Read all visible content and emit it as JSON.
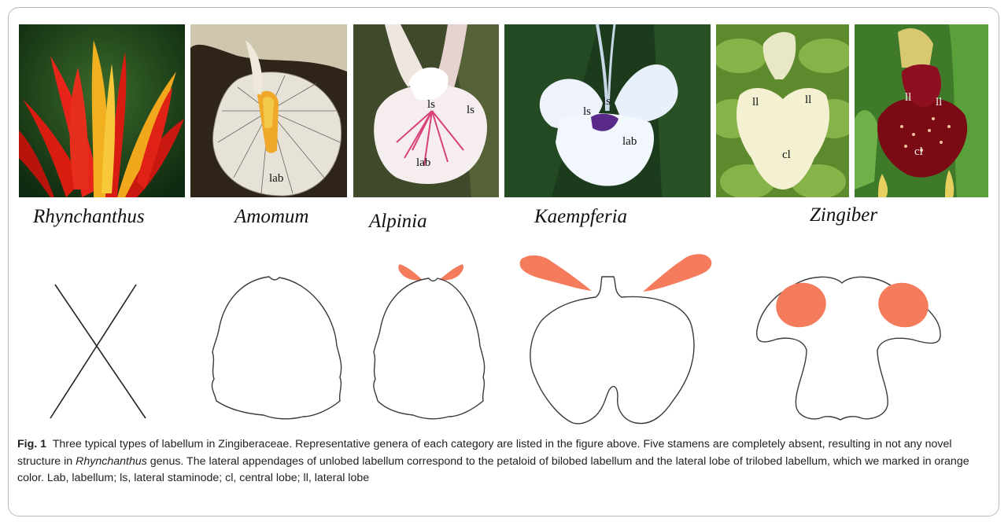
{
  "genera": {
    "rhynchanthus": "Rhynchanthus",
    "amomum": "Amomum",
    "alpinia": "Alpinia",
    "kaempferia": "Kaempferia",
    "zingiber": "Zingiber"
  },
  "photo_labels": {
    "amomum_lab": "lab",
    "alpinia_ls_left": "ls",
    "alpinia_ls_right": "ls",
    "alpinia_lab": "lab",
    "kaempferia_ls_left": "ls",
    "kaempferia_ls_right": "ls",
    "kaempferia_lab": "lab",
    "zingiber1_ll_left": "ll",
    "zingiber1_ll_right": "ll",
    "zingiber1_cl": "cl",
    "zingiber2_ll_left": "ll",
    "zingiber2_ll_right": "ll",
    "zingiber2_cl": "cl"
  },
  "colors": {
    "appendage": "#f47c5c",
    "outline": "#3a3a3a"
  },
  "caption": {
    "fig_label": "Fig. 1",
    "part1": "Three typical types of labellum in Zingiberaceae. Representative genera of each category are listed in the figure above. Five stamens are completely absent, resulting in not any novel structure in ",
    "genus": "Rhynchanthus",
    "part2": " genus. The lateral appendages of unlobed labellum correspond to the petaloid of bilobed labellum and the lateral lobe of trilobed labellum, which we marked in orange color. Lab, labellum; ls, lateral staminode; cl, central lobe; ll, lateral lobe"
  }
}
